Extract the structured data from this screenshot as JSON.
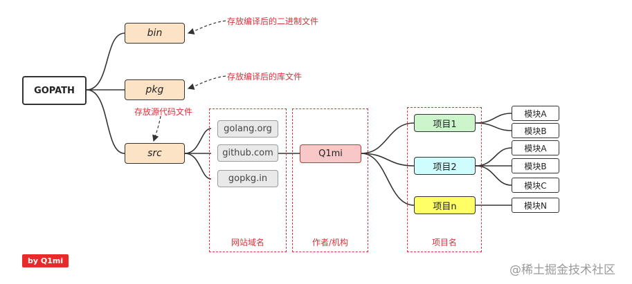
{
  "root": "GOPATH",
  "categories": {
    "bin": "bin",
    "pkg": "pkg",
    "src": "src"
  },
  "annotations": {
    "bin_note": "存放编译后的二进制文件",
    "pkg_note": "存放编译后的库文件",
    "src_note": "存放源代码文件"
  },
  "domains": [
    "golang.org",
    "github.com",
    "gopkg.in"
  ],
  "author": "Q1mi",
  "projects": [
    "项目1",
    "项目2",
    "项目n"
  ],
  "modules": {
    "project1": [
      "模块A",
      "模块B"
    ],
    "project2": [
      "模块A",
      "模块B",
      "模块C"
    ],
    "projectn": [
      "模块N"
    ]
  },
  "group_labels": {
    "domains": "网站域名",
    "author": "作者/机构",
    "projects": "项目名"
  },
  "badge": "by Q1mi",
  "watermark": "@稀土掘金技术社区",
  "colors": {
    "category_fill": "#fde3c6",
    "author_fill": "#f8c8c8",
    "project1_fill": "#ccf5cc",
    "project2_fill": "#cffcfd",
    "projectn_fill": "#ffff66",
    "accent_red": "#e0303a"
  }
}
